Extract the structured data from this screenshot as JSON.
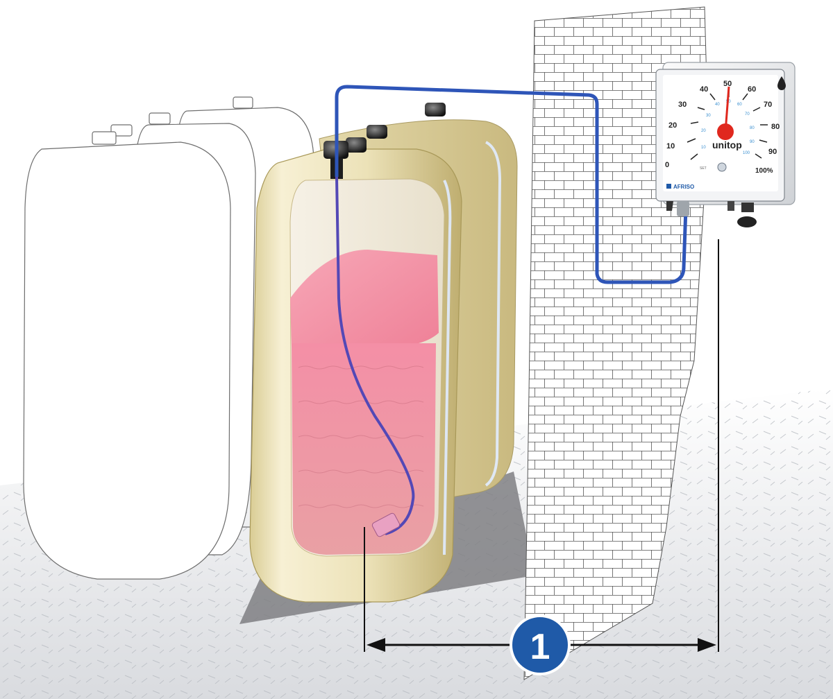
{
  "gauge": {
    "scale_major": [
      "0",
      "10",
      "20",
      "30",
      "40",
      "50",
      "60",
      "70",
      "80",
      "90",
      "100%"
    ],
    "scale_minor": [
      "10",
      "20",
      "30",
      "40",
      "50",
      "60",
      "70",
      "80",
      "90",
      "100"
    ],
    "model": "unitop",
    "brand": "AFRISO",
    "set_label": "SET"
  },
  "callout": {
    "number": "1"
  },
  "colors": {
    "tank_body": "#e9dfb6",
    "liquid": "#f07a98",
    "pipe": "#2e55b8",
    "needle": "#e0281e",
    "marker": "#1f5aa8"
  }
}
